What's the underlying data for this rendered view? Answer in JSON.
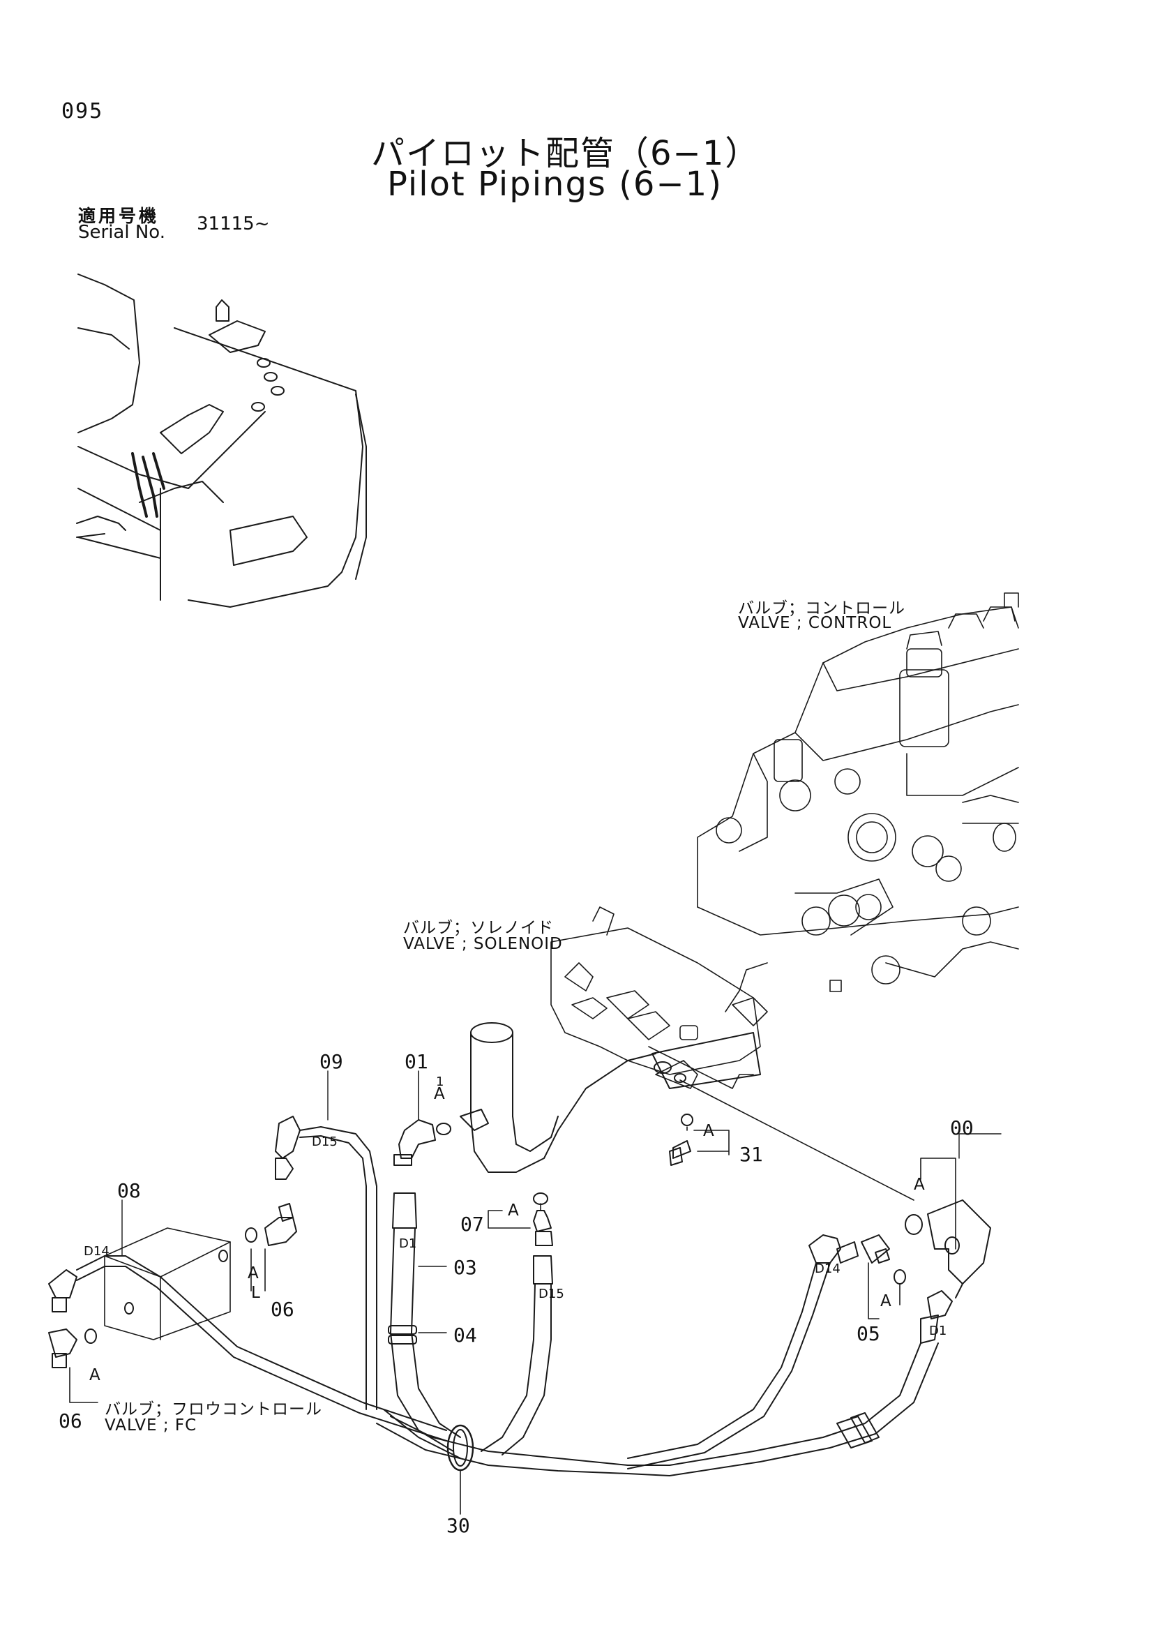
{
  "header": {
    "page_number": "095",
    "title_jp": "パイロット配管（6−1）",
    "title_en": "Pilot Pipings (6−1)",
    "serial_label_jp": "適用号機",
    "serial_label_en": "Serial No.",
    "serial_value": "31115~"
  },
  "components": {
    "control_valve_jp": "バルブ；コントロール",
    "control_valve_en": "VALVE ; CONTROL",
    "solenoid_valve_jp": "バルブ；ソレノイド",
    "solenoid_valve_en": "VALVE ; SOLENOID",
    "fc_valve_jp": "バルブ；フロウコントロール",
    "fc_valve_en": "VALVE ; FC"
  },
  "callouts": {
    "p00": "00",
    "p01": "01",
    "p03": "03",
    "p04": "04",
    "p05": "05",
    "p06_left": "06",
    "p06_mid": "06",
    "p07": "07",
    "p08": "08",
    "p09": "09",
    "p30": "30",
    "p31": "31"
  },
  "markers": {
    "a_01": "A",
    "a_01_num": "1",
    "a_31": "A",
    "a_07": "A",
    "a_00": "A",
    "a_05": "A",
    "a_06_mid": "A",
    "l_06_mid": "L",
    "a_06_left": "A"
  },
  "hose_tags": {
    "d15_top": "D15",
    "d1_center": "D1",
    "d15_center": "D15",
    "d14_left": "D14",
    "d14_right": "D14",
    "d1_right": "D1"
  }
}
